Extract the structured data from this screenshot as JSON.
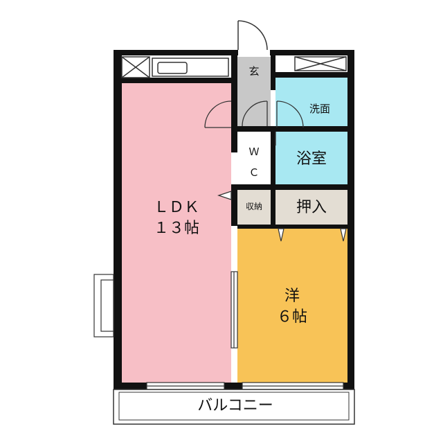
{
  "floor_plan": {
    "rooms": {
      "ldk": {
        "line1": "ＬＤＫ",
        "line2": "１３帖",
        "color": "#f7bfc6"
      },
      "western": {
        "line1": "洋",
        "line2": "６帖",
        "color": "#f8c357"
      },
      "entrance": {
        "label": "玄",
        "color": "#c8c8c8"
      },
      "washroom": {
        "label": "洗面",
        "color": "#a8e8f2"
      },
      "bathroom": {
        "label": "浴室",
        "color": "#a8e8f2"
      },
      "toilet": {
        "line1": "Ｗ",
        "line2": "Ｃ",
        "color": "#ffffff"
      },
      "storage": {
        "label": "収納",
        "color": "#e3ddd3"
      },
      "closet": {
        "label": "押入",
        "color": "#e3ddd3"
      },
      "balcony": {
        "label": "バルコニー",
        "color": "#ffffff"
      }
    },
    "colors": {
      "wall": "#111111",
      "line": "#333333"
    }
  }
}
